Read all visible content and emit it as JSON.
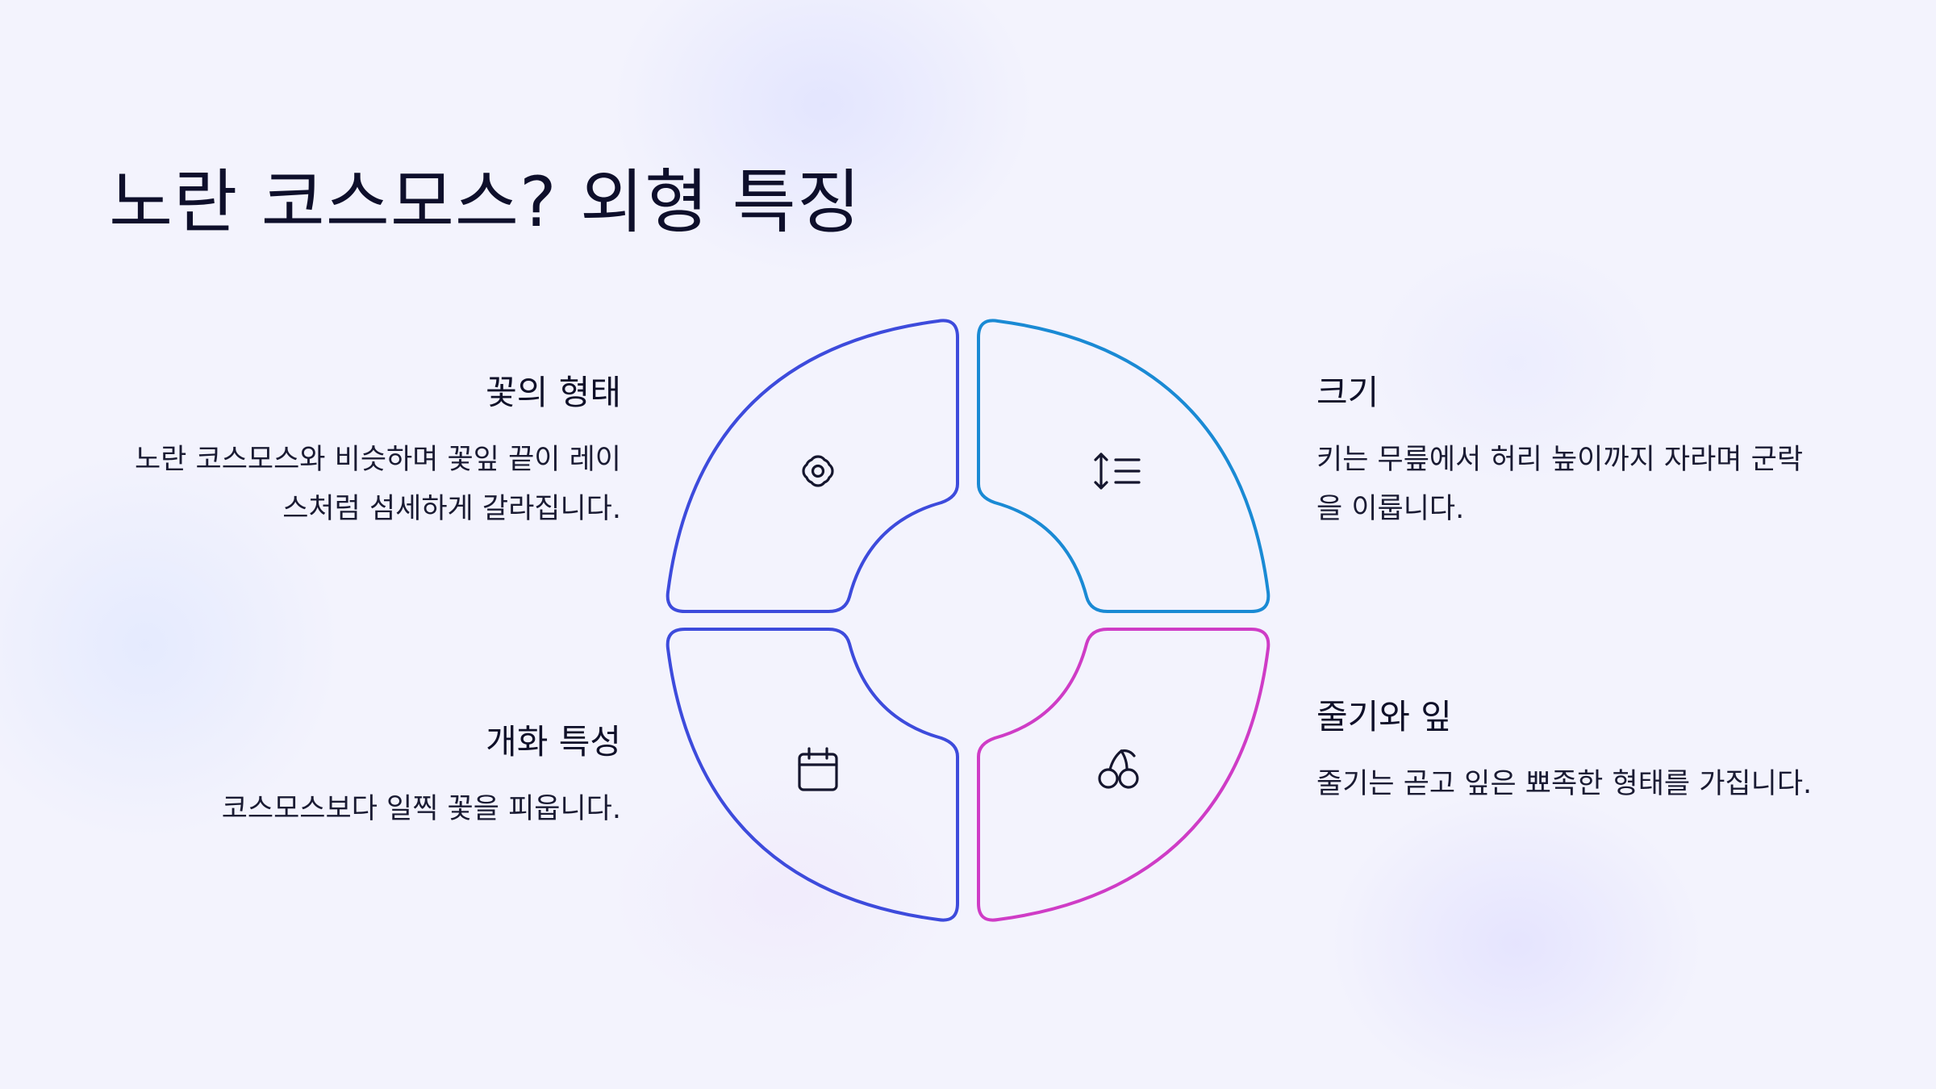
{
  "page": {
    "title": "노란 코스모스? 외형 특징"
  },
  "segments": [
    {
      "id": "flower-form",
      "title": "꽃의 형태",
      "description": "노란 코스모스와 비슷하며 꽃잎 끝이 레이스처럼 섬세하게 갈라집니다.",
      "icon": "flower-icon",
      "color": "#3d4bdc"
    },
    {
      "id": "size",
      "title": "크기",
      "description": "키는 무릎에서 허리 높이까지 자라며 군락을 이룹니다.",
      "icon": "arrows-height-icon",
      "color": "#1a8ad4"
    },
    {
      "id": "blooming",
      "title": "개화 특성",
      "description": "코스모스보다 일찍 꽃을 피웁니다.",
      "icon": "calendar-icon",
      "color": "#3d4bdc"
    },
    {
      "id": "stem-leaf",
      "title": "줄기와 잎",
      "description": "줄기는 곧고 잎은 뾰족한 형태를 가집니다.",
      "icon": "cherries-icon",
      "color": "#cf3cc6"
    }
  ]
}
